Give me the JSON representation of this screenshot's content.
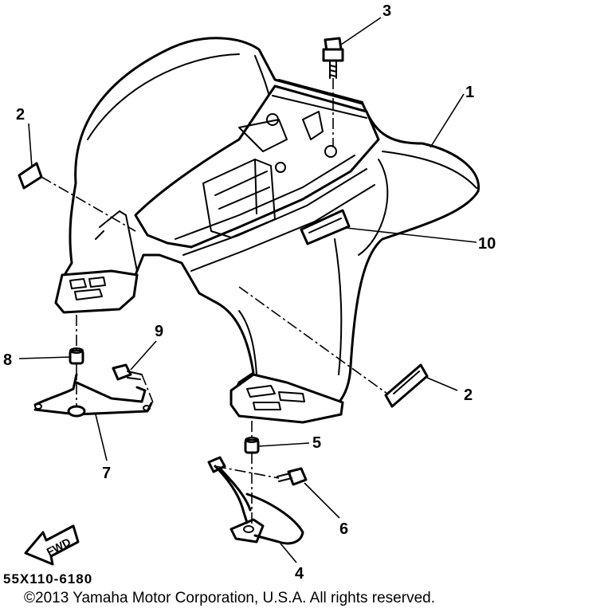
{
  "diagram": {
    "callouts": {
      "c1": "1",
      "c2a": "2",
      "c2b": "2",
      "c3": "3",
      "c4": "4",
      "c5": "5",
      "c6": "6",
      "c7": "7",
      "c8": "8",
      "c9": "9",
      "c10": "10"
    },
    "fwd_label": "FWD",
    "part_code": "55X110-6180",
    "copyright": "©2013 Yamaha Motor Corporation, U.S.A. All rights reserved."
  }
}
